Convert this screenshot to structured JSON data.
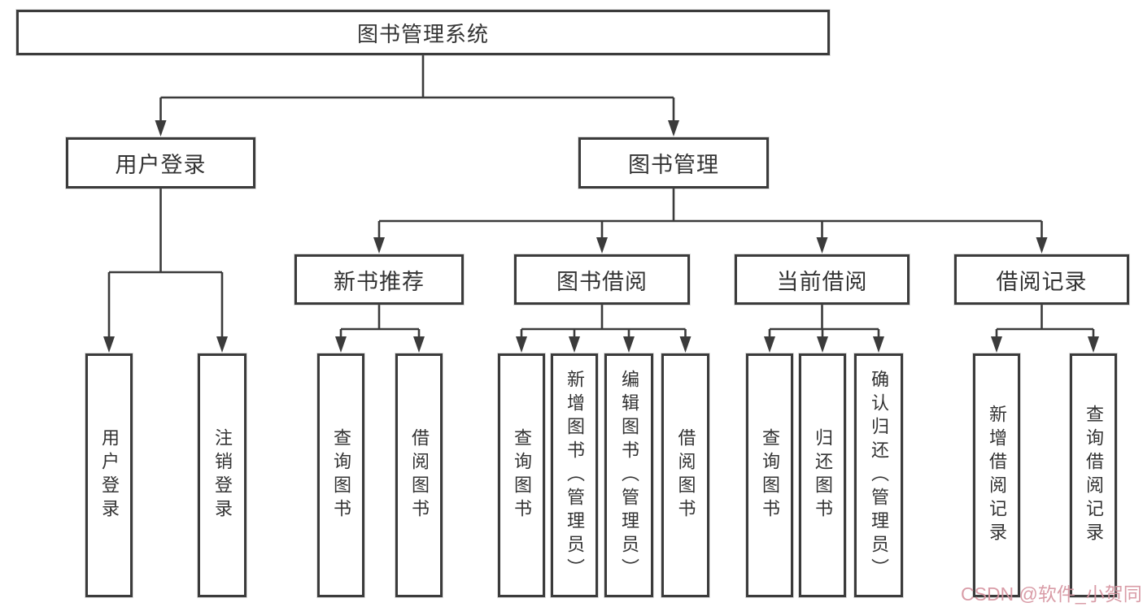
{
  "tree": {
    "root": {
      "label": "图书管理系统",
      "children": [
        {
          "label": "用户登录",
          "children": [
            {
              "label": "用户登录"
            },
            {
              "label": "注销登录"
            }
          ]
        },
        {
          "label": "图书管理",
          "children": [
            {
              "label": "新书推荐",
              "children": [
                {
                  "label": "查询图书"
                },
                {
                  "label": "借阅图书"
                }
              ]
            },
            {
              "label": "图书借阅",
              "children": [
                {
                  "label": "查询图书"
                },
                {
                  "label": "新增图书（管理员）"
                },
                {
                  "label": "编辑图书（管理员）"
                },
                {
                  "label": "借阅图书"
                }
              ]
            },
            {
              "label": "当前借阅",
              "children": [
                {
                  "label": "查询图书"
                },
                {
                  "label": "归还图书"
                },
                {
                  "label": "确认归还（管理员）"
                }
              ]
            },
            {
              "label": "借阅记录",
              "children": [
                {
                  "label": "新增借阅记录"
                },
                {
                  "label": "查询借阅记录"
                }
              ]
            }
          ]
        }
      ]
    }
  },
  "watermark": {
    "text": "CSDN @软件_小贺同学",
    "color": "#d6949f"
  },
  "colors": {
    "line": "#3b3b3b",
    "box_border": "#3b3b3b",
    "text": "#333333",
    "background": "#ffffff"
  }
}
